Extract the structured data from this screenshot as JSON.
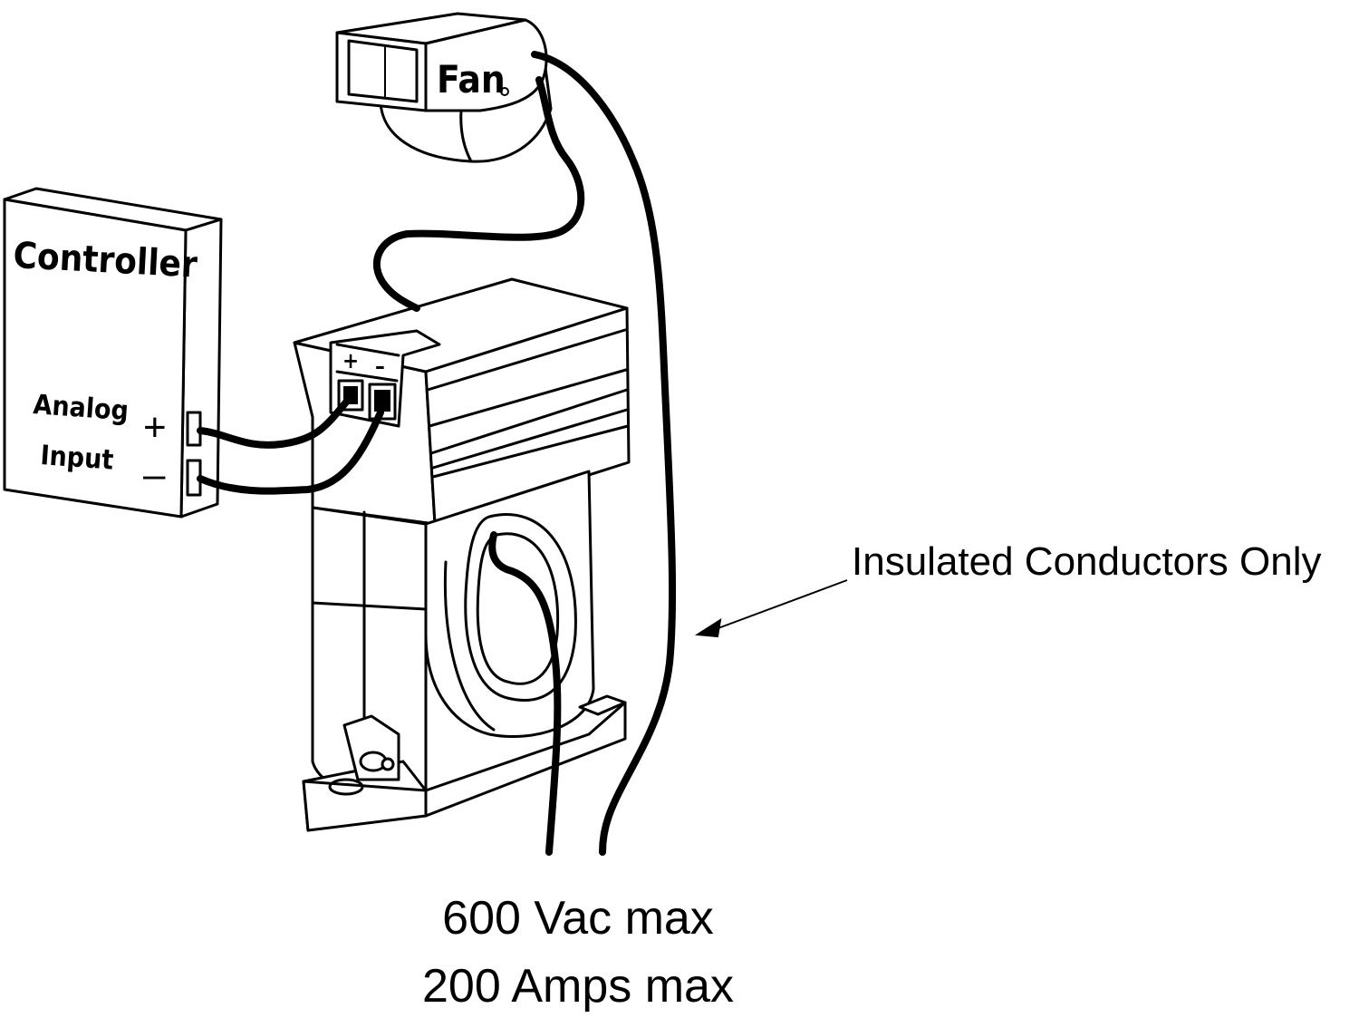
{
  "fan": {
    "label": "Fan"
  },
  "controller": {
    "title": "Controller",
    "input_line1": "Analog",
    "input_line2": "Input",
    "plus": "+",
    "minus": "–"
  },
  "sensor": {
    "plus": "+",
    "minus": "–"
  },
  "callout": {
    "text": "Insulated Conductors Only"
  },
  "ratings": {
    "voltage": "600 Vac max",
    "current": "200 Amps max"
  }
}
